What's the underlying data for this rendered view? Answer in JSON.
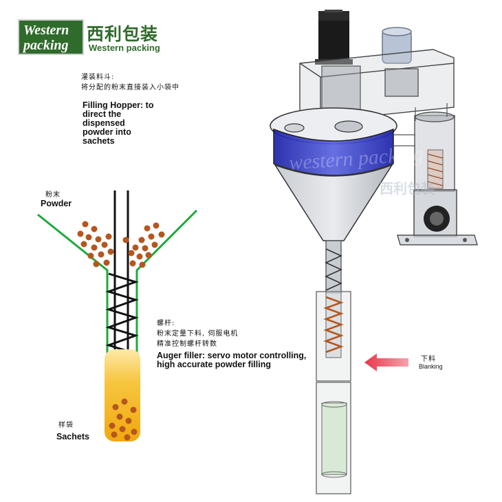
{
  "brand": {
    "logo_text": "Western packing",
    "name_cn": "西利包装",
    "name_en": "Western packing",
    "color": "#2f6b2a"
  },
  "watermark": {
    "en": "western packing",
    "cn": "西利包装"
  },
  "labels": {
    "hopper_cn_title": "灌装料斗:",
    "hopper_cn_desc": "将分配的粉末直接装入小袋中",
    "hopper_en": "Filling Hopper: to direct the dispensed powder into sachets",
    "powder_cn": "粉末",
    "powder_en": "Powder",
    "auger_cn_title": "螺杆:",
    "auger_cn_line1": "粉末定量下料, 伺服电机",
    "auger_cn_line2": "精准控制螺杆转数",
    "auger_en_line1": "Auger filler:  servo motor controlling,",
    "auger_en_line2": "high accurate powder filling",
    "sachets_cn": "样袋",
    "sachets_en": "Sachets",
    "blanking_cn": "下料",
    "blanking_en": "Blanking"
  },
  "colors": {
    "funnel_green": "#1ea83c",
    "auger_black": "#111111",
    "powder_brown": "#b5561e",
    "sachet_gold": "#f0b21a",
    "hopper_blue": "#2233cc",
    "arrow_red": "#e8354a",
    "machine_gray": "#9a9fa6"
  }
}
